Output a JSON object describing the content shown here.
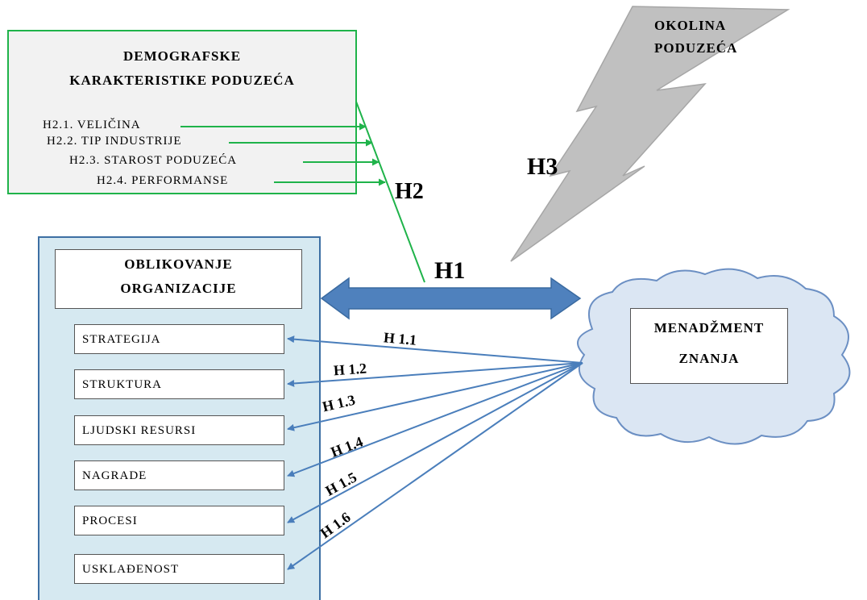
{
  "demographics": {
    "title_line1": "DEMOGRAFSKE",
    "title_line2": "KARAKTERISTIKE PODUZEĆA",
    "factors": [
      "H2.1. VELIČINA",
      "H2.2. TIP INDUSTRIJE",
      "H2.3. STAROST PODUZEĆA",
      "H2.4. PERFORMANSE"
    ]
  },
  "environment": {
    "line1": "OKOLINA",
    "line2": "PODUZEĆA"
  },
  "organization": {
    "title_line1": "OBLIKOVANJE",
    "title_line2": "ORGANIZACIJE",
    "items": [
      "STRATEGIJA",
      "STRUKTURA",
      "LJUDSKI RESURSI",
      "NAGRADE",
      "PROCESI",
      "USKLAĐENOST"
    ]
  },
  "knowledge": {
    "line1": "MENADŽMENT",
    "line2": "ZNANJA"
  },
  "hypotheses": {
    "h1": "H1",
    "h2": "H2",
    "h3": "H3",
    "sub": [
      "H 1.1",
      "H 1.2",
      "H 1.3",
      "H 1.4",
      "H 1.5",
      "H 1.6"
    ]
  },
  "colors": {
    "green": "#1fb34a",
    "blue_line": "#4a7ebb",
    "blue_arrow": "#4f81bd",
    "panel_fill": "#d6e9f1",
    "panel_border": "#3d6fa3",
    "cloud_fill": "#dbe6f3",
    "bolt_fill": "#c0c0c0"
  }
}
